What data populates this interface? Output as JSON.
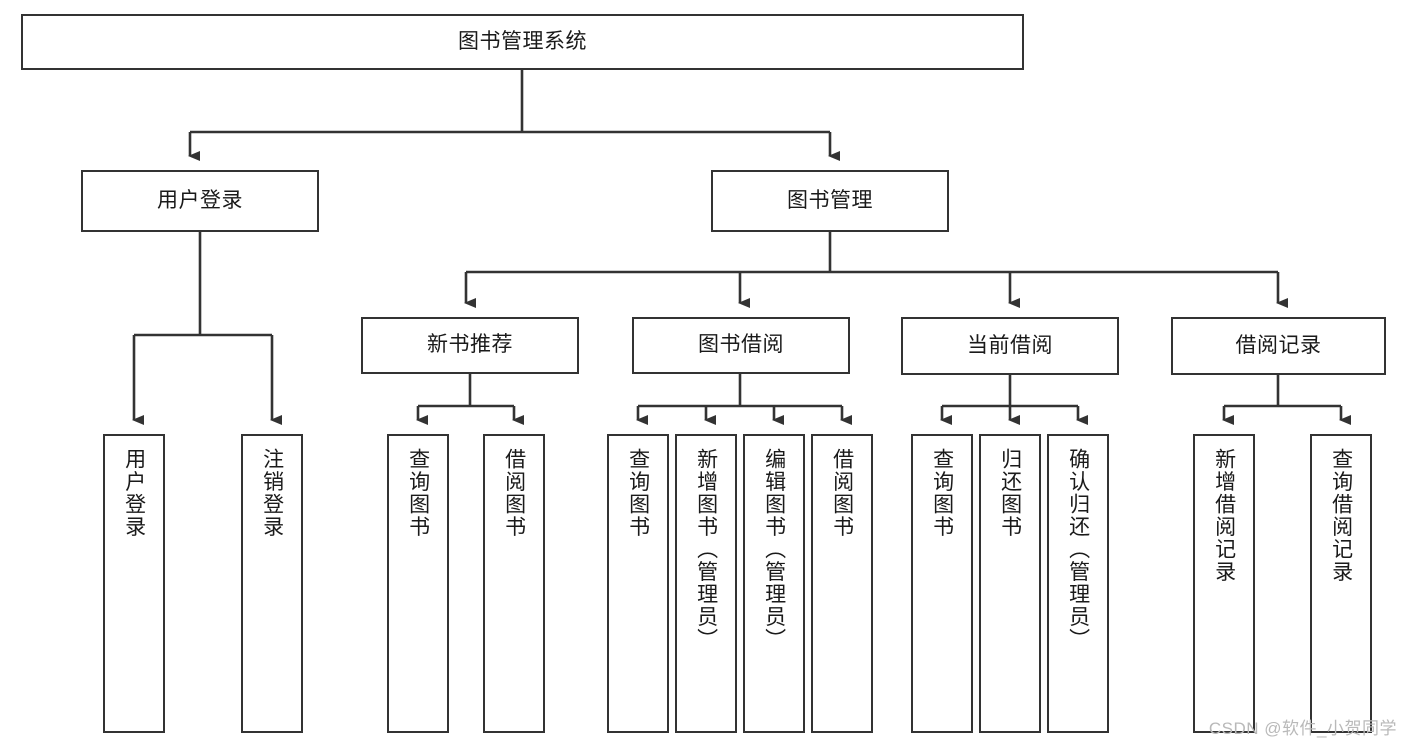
{
  "diagram": {
    "title": "图书管理系统",
    "type": "tree-hierarchy",
    "root": {
      "id": "root",
      "label": "图书管理系统"
    },
    "level2": [
      {
        "id": "user-login",
        "label": "用户登录"
      },
      {
        "id": "book-manage",
        "label": "图书管理"
      }
    ],
    "level3": [
      {
        "id": "new-book-rec",
        "label": "新书推荐"
      },
      {
        "id": "book-borrow",
        "label": "图书借阅"
      },
      {
        "id": "current-borrow",
        "label": "当前借阅"
      },
      {
        "id": "borrow-record",
        "label": "借阅记录"
      }
    ],
    "leaves": {
      "user_login": [
        {
          "id": "leaf-user-login",
          "label": "用户登录"
        },
        {
          "id": "leaf-logout",
          "label": "注销登录"
        }
      ],
      "new_book_rec": [
        {
          "id": "leaf-query-book-1",
          "label": "查询图书"
        },
        {
          "id": "leaf-borrow-book-1",
          "label": "借阅图书"
        }
      ],
      "book_borrow": [
        {
          "id": "leaf-query-book-2",
          "label": "查询图书"
        },
        {
          "id": "leaf-add-book",
          "label": "新增图书（管理员）"
        },
        {
          "id": "leaf-edit-book",
          "label": "编辑图书（管理员）"
        },
        {
          "id": "leaf-borrow-book-2",
          "label": "借阅图书"
        }
      ],
      "current_borrow": [
        {
          "id": "leaf-query-book-3",
          "label": "查询图书"
        },
        {
          "id": "leaf-return-book",
          "label": "归还图书"
        },
        {
          "id": "leaf-confirm-return",
          "label": "确认归还（管理员）"
        }
      ],
      "borrow_record": [
        {
          "id": "leaf-add-record",
          "label": "新增借阅记录"
        },
        {
          "id": "leaf-query-record",
          "label": "查询借阅记录"
        }
      ]
    }
  },
  "watermark": {
    "text": "CSDN @软件_小贺同学"
  },
  "colors": {
    "border": "#333333",
    "background": "#ffffff",
    "text": "#1a1a1a",
    "watermark": "#b9b9b9"
  }
}
